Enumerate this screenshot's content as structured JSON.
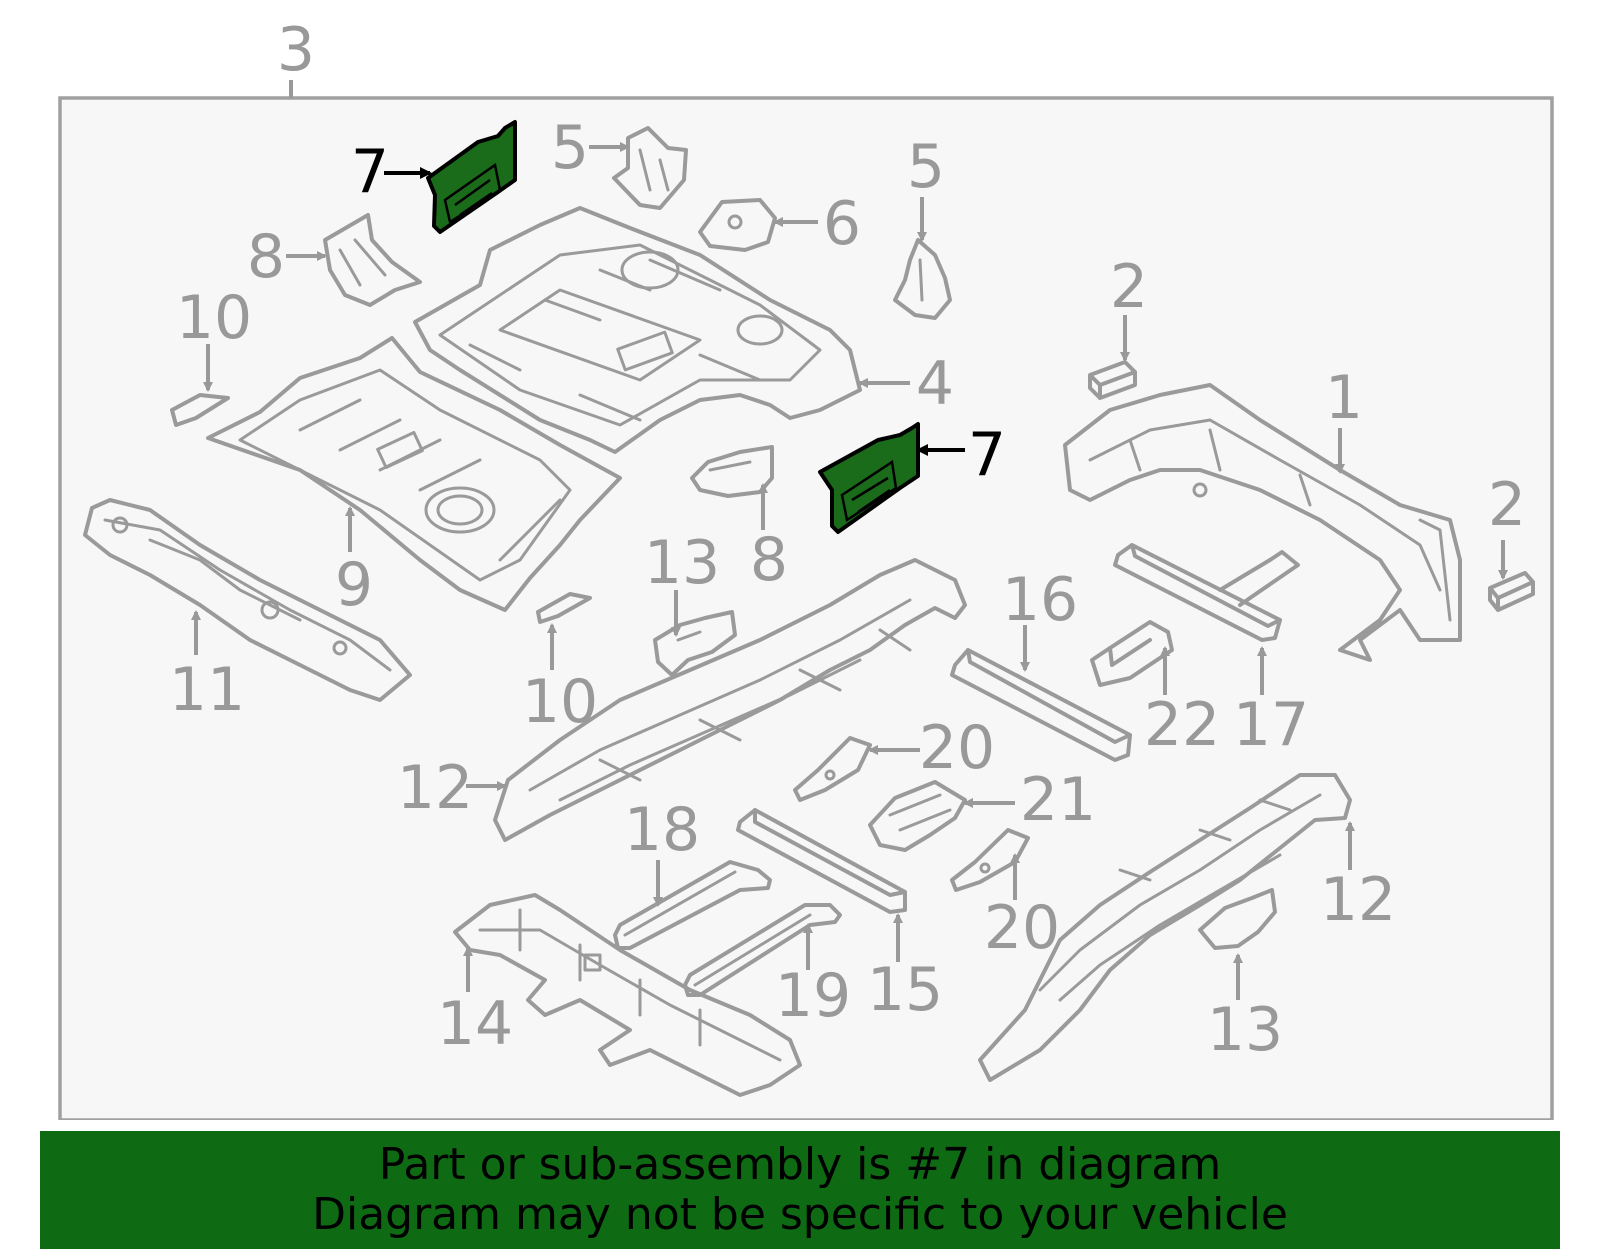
{
  "diagram": {
    "highlight_color": "#1a6b1a",
    "outline_color": "#9a9a9a",
    "callouts": {
      "c1": "1",
      "c2a": "2",
      "c2b": "2",
      "c3": "3",
      "c4": "4",
      "c5a": "5",
      "c5b": "5",
      "c6": "6",
      "c7a": "7",
      "c7b": "7",
      "c8a": "8",
      "c8b": "8",
      "c9": "9",
      "c10a": "10",
      "c10b": "10",
      "c11": "11",
      "c12a": "12",
      "c12b": "12",
      "c13a": "13",
      "c13b": "13",
      "c14": "14",
      "c15": "15",
      "c16": "16",
      "c17": "17",
      "c18": "18",
      "c19": "19",
      "c20a": "20",
      "c20b": "20",
      "c21": "21",
      "c22": "22"
    }
  },
  "banner": {
    "line1": "Part or sub-assembly is #7 in diagram",
    "line2": "Diagram may not be specific to your vehicle",
    "background": "#0f6a14"
  }
}
